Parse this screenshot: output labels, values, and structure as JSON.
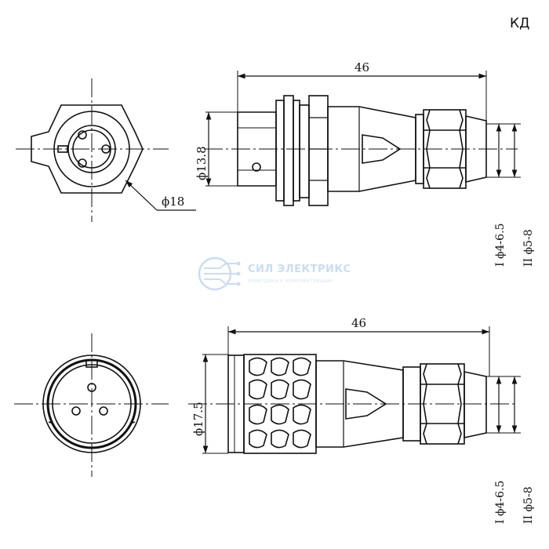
{
  "code_label": "КД",
  "watermark": {
    "title": "СИЛ ЭЛЕКТРИКС",
    "subtitle": "электрика и комплектующие"
  },
  "colors": {
    "line": "#111111",
    "watermark": "#9ec3e8"
  },
  "top_view": {
    "length_dim": "46",
    "body_dia": "ϕ13.8",
    "face_dia": "ϕ18",
    "cable_range_1": "I  ϕ4-6.5",
    "cable_range_2": "II ϕ5-8"
  },
  "bottom_view": {
    "length_dim": "46",
    "body_dia": "ϕ17.5",
    "cable_range_1": "I  ϕ4-6.5",
    "cable_range_2": "II ϕ5-8"
  }
}
